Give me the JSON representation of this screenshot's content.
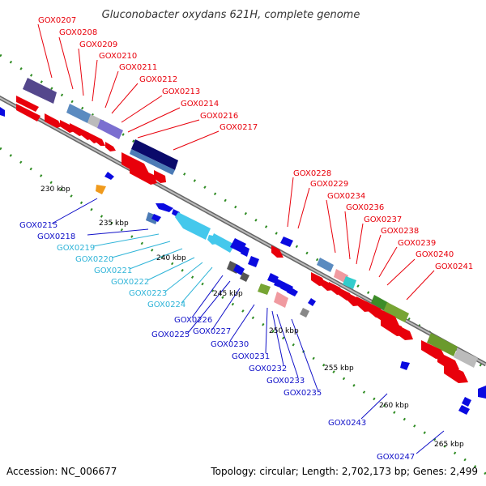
{
  "title": "Gluconobacter oxydans 621H, complete genome",
  "footer": {
    "accession": "Accession: NC_006677",
    "summary": "Topology: circular; Length: 2,702,173 bp; Genes: 2,499"
  },
  "colors": {
    "forward_label": "#e8000b",
    "reverse_label": "#1010c8",
    "cyan_label": "#2fb4d8",
    "backbone": "#888888",
    "gc_dots": "#2e8b22"
  },
  "ticks": [
    "230 kbp",
    "235 kbp",
    "240 kbp",
    "245 kbp",
    "250 kbp",
    "255 kbp",
    "260 kbp",
    "265 kbp"
  ],
  "labels_forward": [
    "GOX0207",
    "GOX0208",
    "GOX0209",
    "GOX0210",
    "GOX0211",
    "GOX0212",
    "GOX0213",
    "GOX0214",
    "GOX0216",
    "GOX0217",
    "GOX0228",
    "GOX0229",
    "GOX0234",
    "GOX0236",
    "GOX0237",
    "GOX0238",
    "GOX0239",
    "GOX0240",
    "GOX0241"
  ],
  "labels_reverse": [
    "GOX0215",
    "GOX0218",
    "GOX0219",
    "GOX0220",
    "GOX0221",
    "GOX0222",
    "GOX0223",
    "GOX0224",
    "GOX0226",
    "GOX0225",
    "GOX0227",
    "GOX0230",
    "GOX0231",
    "GOX0232",
    "GOX0233",
    "GOX0235",
    "GOX0243",
    "GOX0247"
  ]
}
